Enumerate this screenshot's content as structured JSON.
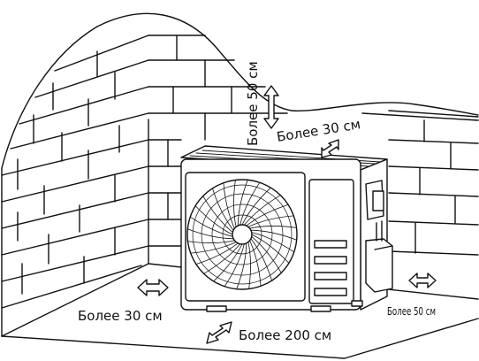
{
  "labels": {
    "top_clearance": "Более 50 см",
    "rear_clearance": "Более 30 см",
    "left_clearance": "Более 30 см",
    "right_clearance": "Более 50 см",
    "front_clearance": "Более 200 см"
  },
  "colors": {
    "line": "#111111",
    "background": "#ffffff"
  }
}
